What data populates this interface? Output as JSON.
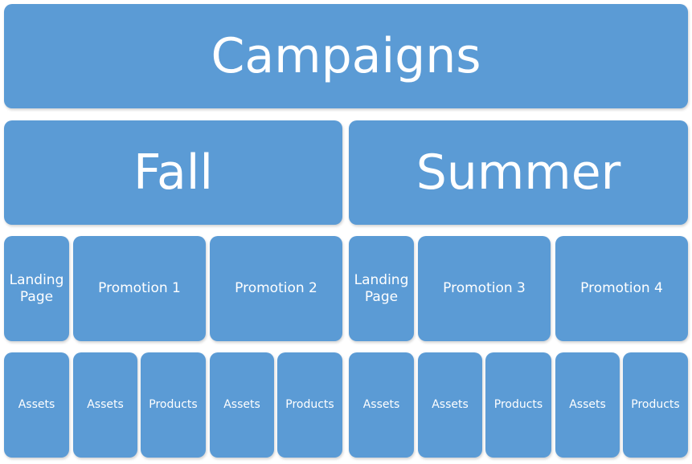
{
  "diagram": {
    "root": "Campaigns",
    "seasons": [
      {
        "label": "Fall",
        "items": [
          {
            "label": "Landing Page",
            "children": [
              "Assets"
            ]
          },
          {
            "label": "Promotion 1",
            "children": [
              "Assets",
              "Products"
            ]
          },
          {
            "label": "Promotion 2",
            "children": [
              "Assets",
              "Products"
            ]
          }
        ]
      },
      {
        "label": "Summer",
        "items": [
          {
            "label": "Landing Page",
            "children": [
              "Assets"
            ]
          },
          {
            "label": "Promotion 3",
            "children": [
              "Assets",
              "Products"
            ]
          },
          {
            "label": "Promotion 4",
            "children": [
              "Assets",
              "Products"
            ]
          }
        ]
      }
    ]
  },
  "colors": {
    "box_fill": "#5b9bd5",
    "text": "#ffffff"
  }
}
